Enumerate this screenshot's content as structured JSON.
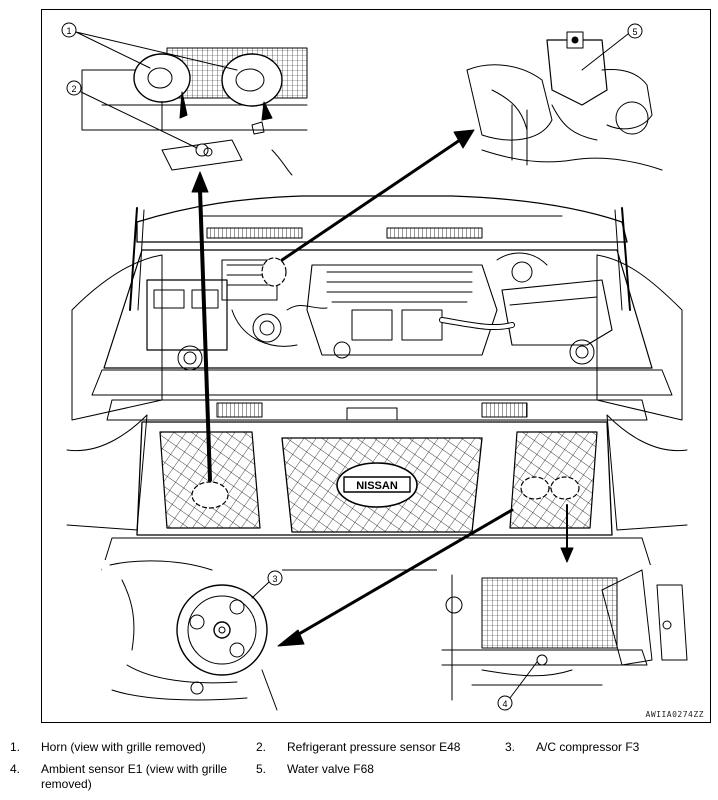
{
  "figure": {
    "code": "AWIIA0274ZZ",
    "brand_badge": "NISSAN",
    "callouts": [
      "1",
      "2",
      "3",
      "4",
      "5"
    ]
  },
  "legend": [
    {
      "num": "1.",
      "text": "Horn (view with grille removed)"
    },
    {
      "num": "2.",
      "text": "Refrigerant pressure sensor E48"
    },
    {
      "num": "3.",
      "text": "A/C compressor F3"
    },
    {
      "num": "4.",
      "text": "Ambient sensor E1 (view with grille removed)"
    },
    {
      "num": "5.",
      "text": "Water valve F68"
    }
  ]
}
